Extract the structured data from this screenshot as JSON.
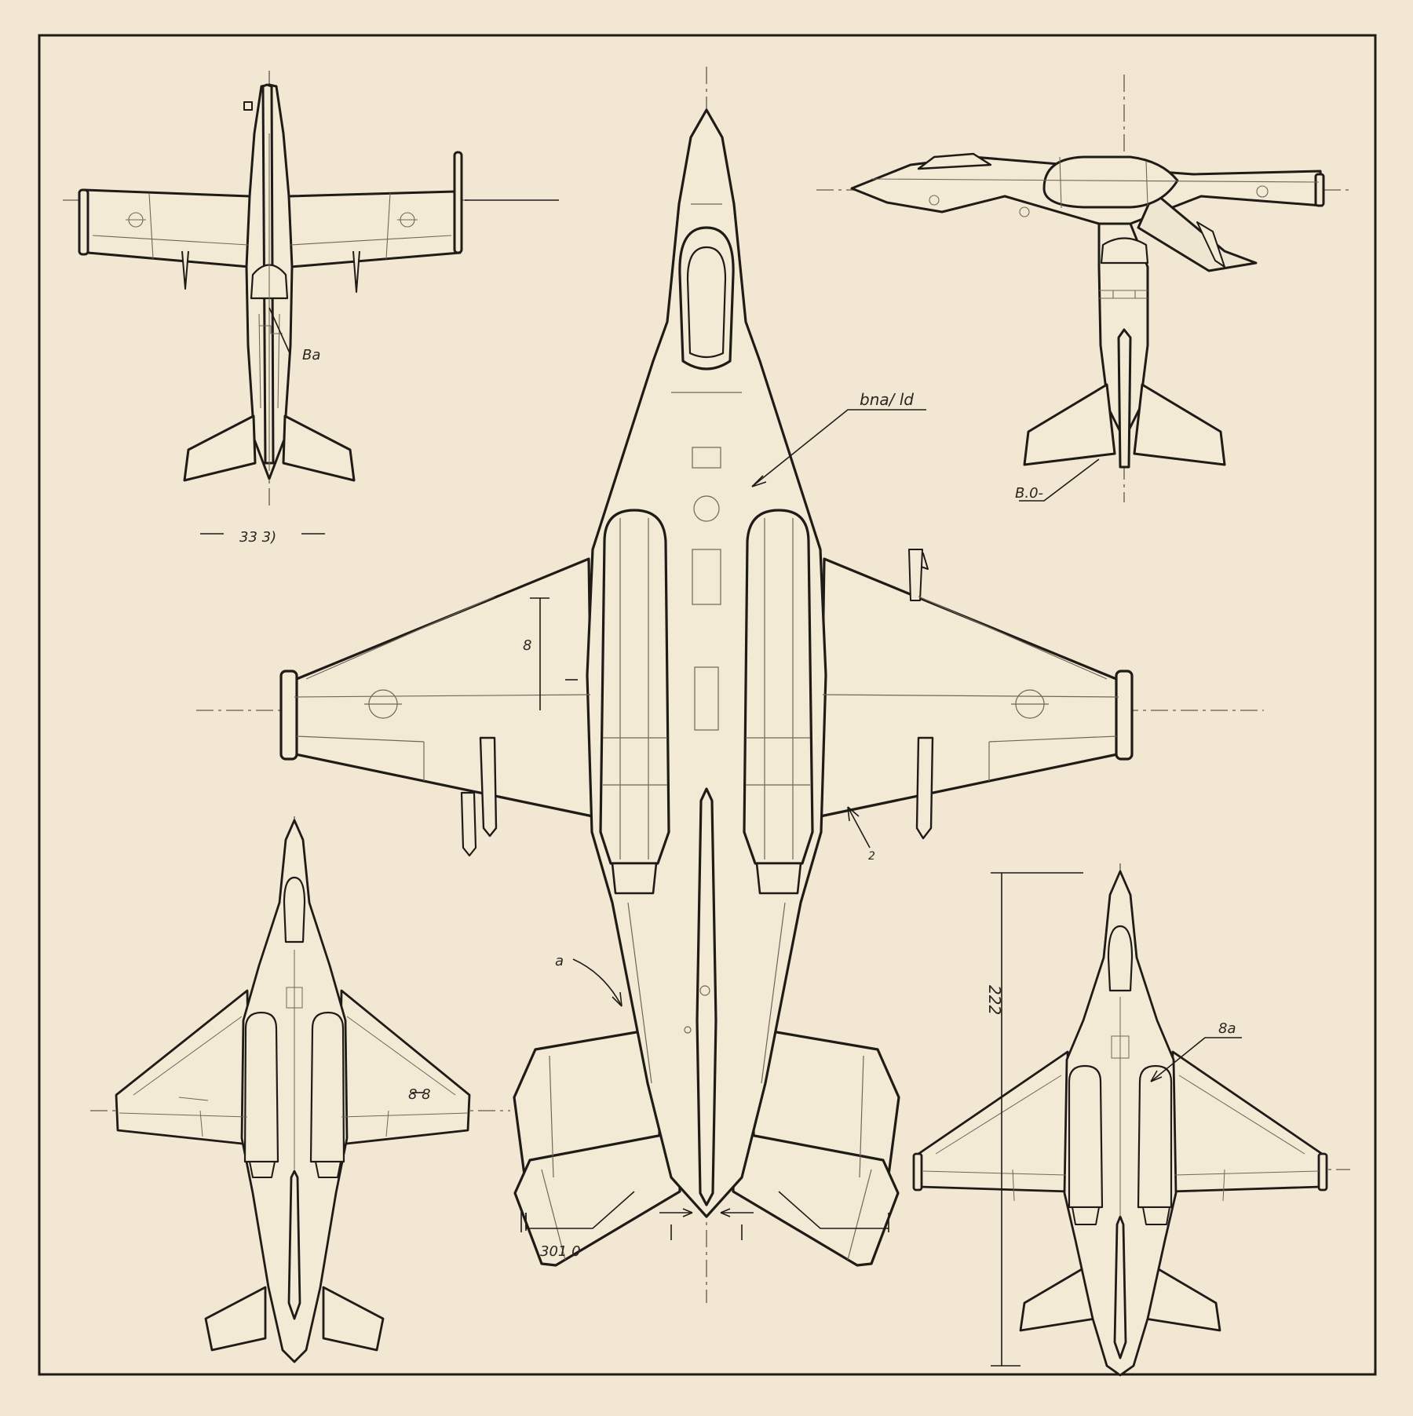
{
  "colors": {
    "paper": "#f1e7d3",
    "aircraft_fill": "#f3ead6",
    "ink": "#1f1b17",
    "fine_ink": "#6f6659",
    "centerline": "#7a7166"
  },
  "annotations": {
    "top_left_ref": "Ba",
    "top_left_caption": "33 3)",
    "top_right_callout": "B.0-",
    "main_callout": "bna/ ld",
    "main_left_dim": "8",
    "main_right_pointer": "2",
    "main_tail_pointer": "a",
    "main_bottom_dim": "301 0",
    "bottom_left_ref": "8 8",
    "bottom_right_vertical_dim": "222",
    "bottom_right_callout": "8a"
  }
}
